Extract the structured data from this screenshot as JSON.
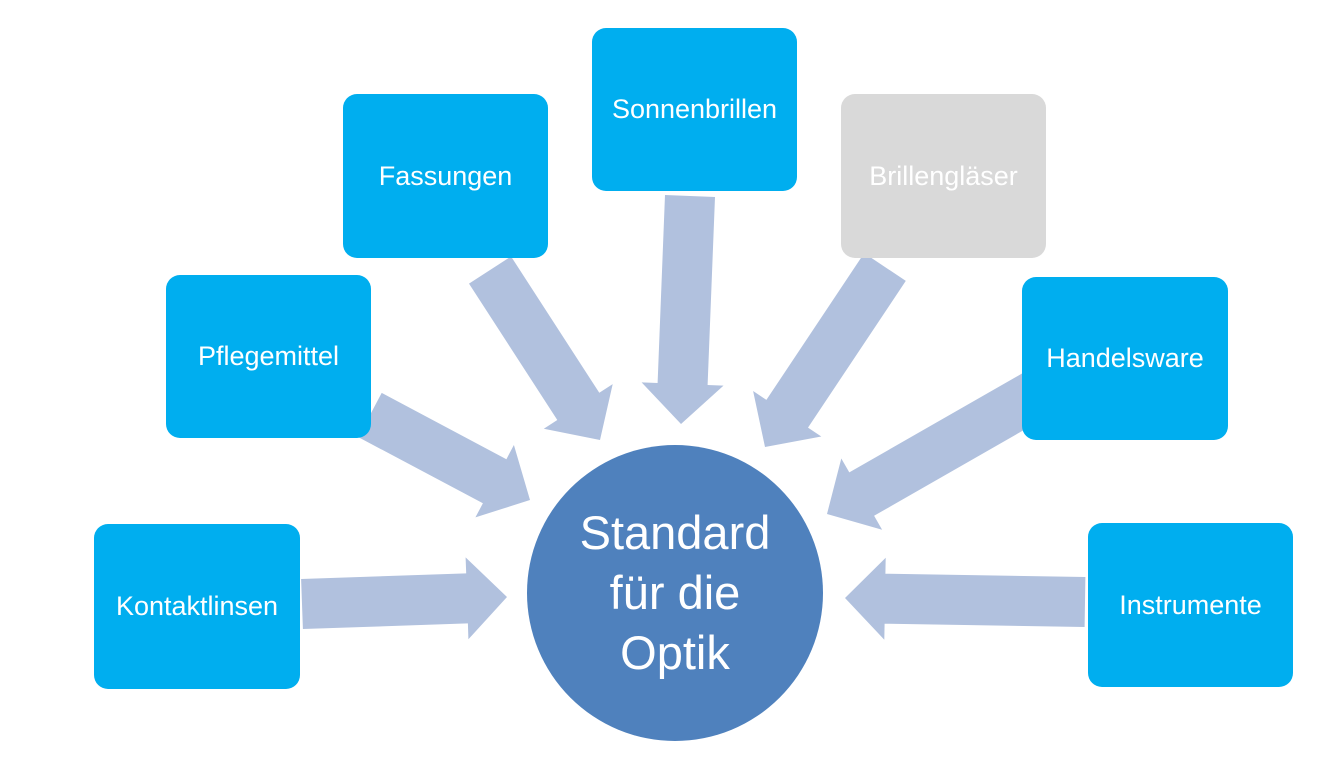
{
  "colors": {
    "box": "#00aeef",
    "box_inactive": "#d9d9d9",
    "hub": "#4f81bd",
    "arrow": "#b1c1de"
  },
  "hub": {
    "label": "Standard\nfür die\nOptik"
  },
  "items": [
    {
      "label": "Kontaktlinsen",
      "active": true
    },
    {
      "label": "Pflegemittel",
      "active": true
    },
    {
      "label": "Fassungen",
      "active": true
    },
    {
      "label": "Sonnenbrillen",
      "active": true
    },
    {
      "label": "Brillengläser",
      "active": false
    },
    {
      "label": "Handelsware",
      "active": true
    },
    {
      "label": "Instrumente",
      "active": true
    }
  ]
}
